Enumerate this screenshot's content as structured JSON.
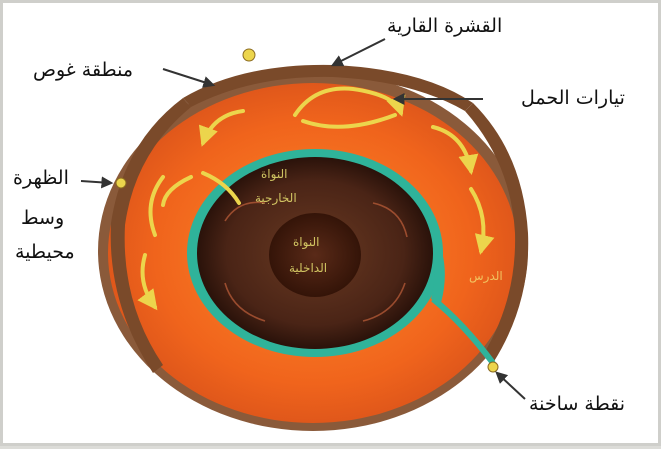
{
  "diagram": {
    "labels": {
      "continental_crust": "القشرة القارية",
      "subduction_zone": "منطقة غوص",
      "convection_currents": "تيارات الحمل",
      "mid_ocean_ridge_line1": "الظهرة",
      "mid_ocean_ridge_line2": "وسط",
      "mid_ocean_ridge_line3": "محيطية",
      "hot_spot": "نقطة ساخنة",
      "outer_core_line1": "النواة",
      "outer_core_line2": "الخارجية",
      "inner_core_line1": "النواة",
      "inner_core_line2": "الداخلية",
      "mantle": "الدرس"
    },
    "colors": {
      "mantle": "#f0641c",
      "crust": "#8a5a3a",
      "outer_core_edge": "#2fb39a",
      "core_dark": "#3a1a12",
      "arrows": "#e8d24a",
      "leader_lines": "#333333"
    }
  }
}
